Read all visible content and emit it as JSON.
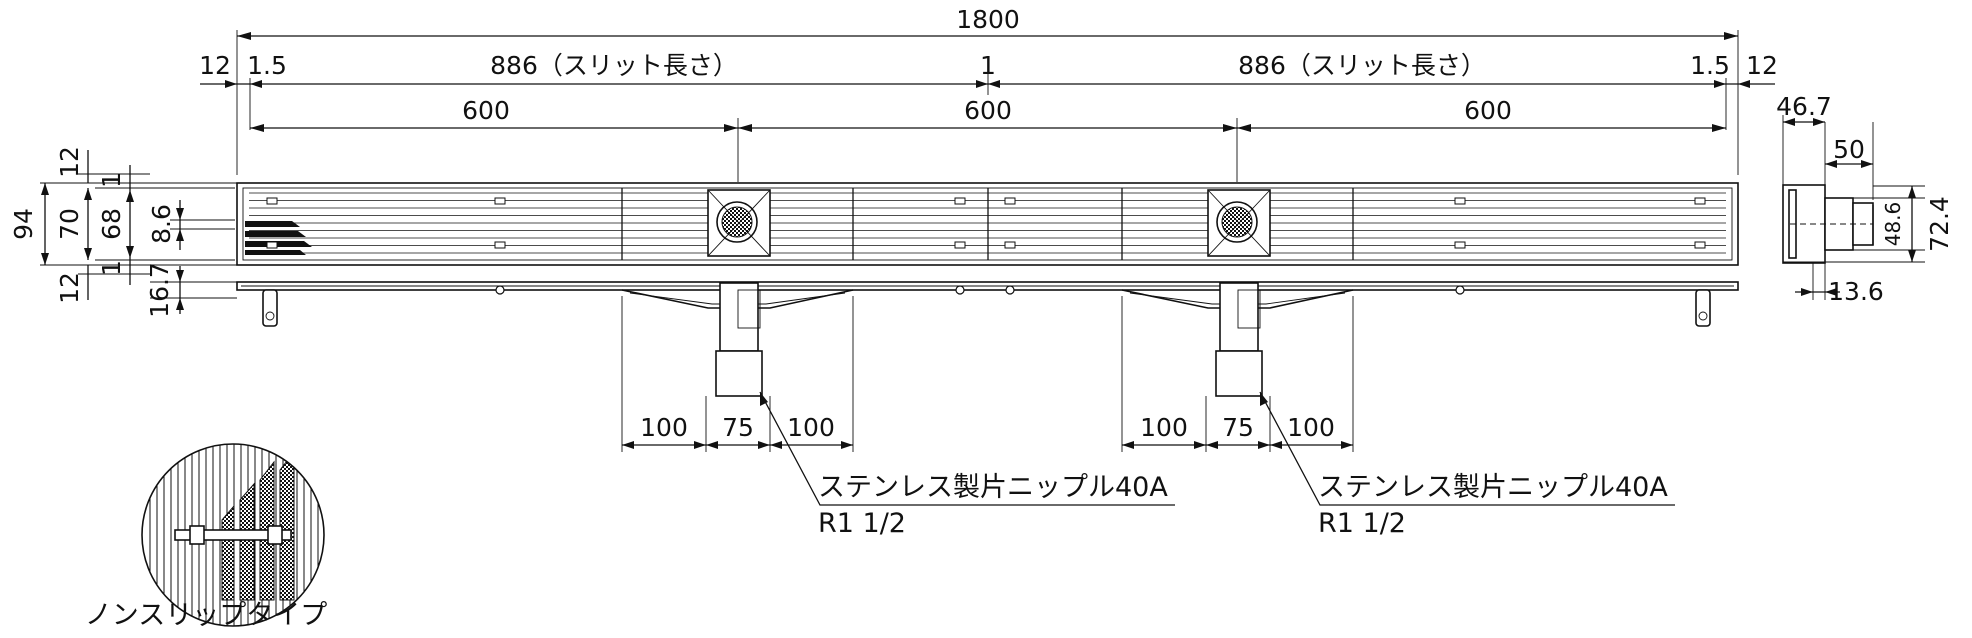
{
  "dimensions": {
    "overall_length": "1800",
    "end_gap_left": "12",
    "end_gap_right": "12",
    "end_offset_left": "1.5",
    "end_offset_right": "1.5",
    "slit_length_left": "886（スリット長さ）",
    "slit_length_right": "886（スリット長さ）",
    "center_gap": "1",
    "pitch_1": "600",
    "pitch_2": "600",
    "pitch_3": "600",
    "overall_width": "94",
    "inner_width": "70",
    "grate_width": "68",
    "slot_width": "8.6",
    "flange_top": "12",
    "flange_bottom": "12",
    "lip_top": "1",
    "lip_bottom": "1",
    "frame_height": "16.7",
    "side_width": "46.7",
    "side_depth": "50",
    "side_height": "72.4",
    "side_pipe": "48.6",
    "side_offset": "13.6",
    "outlet_left_a": "100",
    "outlet_left_b": "75",
    "outlet_left_c": "100",
    "outlet_right_a": "100",
    "outlet_right_b": "75",
    "outlet_right_c": "100"
  },
  "notes": {
    "nipple_left_line1": "ステンレス製片ニップル40A",
    "nipple_left_line2": "R1 1/2",
    "nipple_right_line1": "ステンレス製片ニップル40A",
    "nipple_right_line2": "R1 1/2",
    "detail_caption": "ノンスリップタイプ"
  }
}
